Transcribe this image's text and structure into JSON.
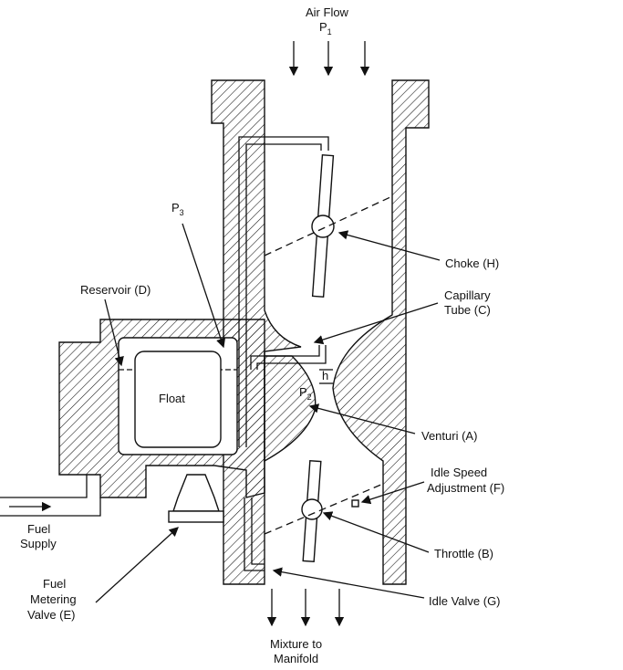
{
  "title": "Carburetor schematic",
  "labels": {
    "air_flow": "Air Flow",
    "p1": "P",
    "p1_sub": "1",
    "p3": "P",
    "p3_sub": "3",
    "p2": "P",
    "p2_sub": "2",
    "h": "h",
    "reservoir": "Reservoir (D)",
    "float": "Float",
    "choke": "Choke (H)",
    "capillary_1": "Capillary",
    "capillary_2": "Tube (C)",
    "venturi": "Venturi (A)",
    "idle_speed_1": "Idle Speed",
    "idle_speed_2": "Adjustment (F)",
    "fuel_supply_1": "Fuel",
    "fuel_supply_2": "Supply",
    "throttle": "Throttle (B)",
    "fuel_metering_1": "Fuel",
    "fuel_metering_2": "Metering",
    "fuel_metering_3": "Valve (E)",
    "idle_valve": "Idle Valve (G)",
    "mixture_1": "Mixture to",
    "mixture_2": "Manifold"
  }
}
